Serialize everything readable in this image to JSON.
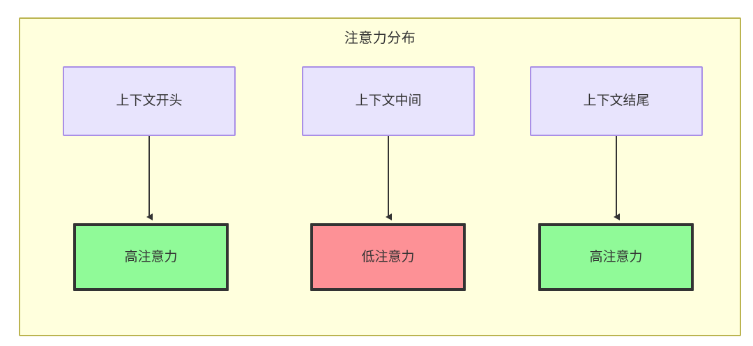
{
  "diagram": {
    "title": "注意力分布",
    "background_color": "#ffffff",
    "container": {
      "fill": "#ffffdd",
      "stroke": "#bbb450"
    },
    "palette": {
      "source_fill": "#e8e4fd",
      "source_stroke": "#a98fe6",
      "high_fill": "#90fa98",
      "low_fill": "#fd9196",
      "result_stroke": "#333333",
      "text": "#333333",
      "edge": "#333333"
    },
    "columns": [
      {
        "id": "start",
        "source_label": "上下文开头",
        "result_label": "高注意力",
        "result_kind": "high"
      },
      {
        "id": "middle",
        "source_label": "上下文中间",
        "result_label": "低注意力",
        "result_kind": "low"
      },
      {
        "id": "end",
        "source_label": "上下文结尾",
        "result_label": "高注意力",
        "result_kind": "high"
      }
    ]
  }
}
